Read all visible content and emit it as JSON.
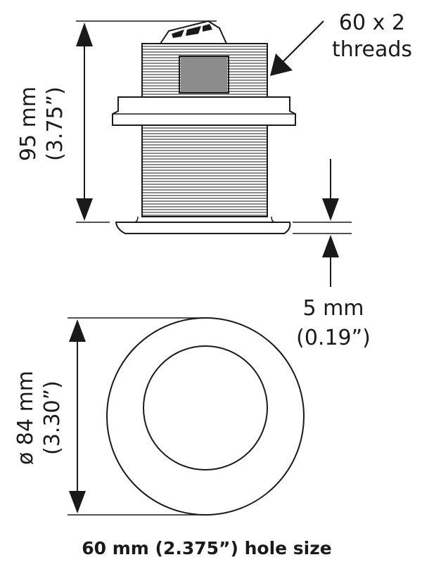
{
  "labels": {
    "threads_line1": "60 x 2",
    "threads_line2": "threads",
    "height_line1": "95 mm",
    "height_line2": "(3.75”)",
    "flange_line1": "5 mm",
    "flange_line2": "(0.19”)",
    "diameter_line1": "ø 84 mm",
    "diameter_line2": "(3.30”)",
    "hole_size": "60 mm (2.375”) hole size"
  },
  "colors": {
    "ink": "#1a1a1a",
    "background": "#ffffff"
  }
}
